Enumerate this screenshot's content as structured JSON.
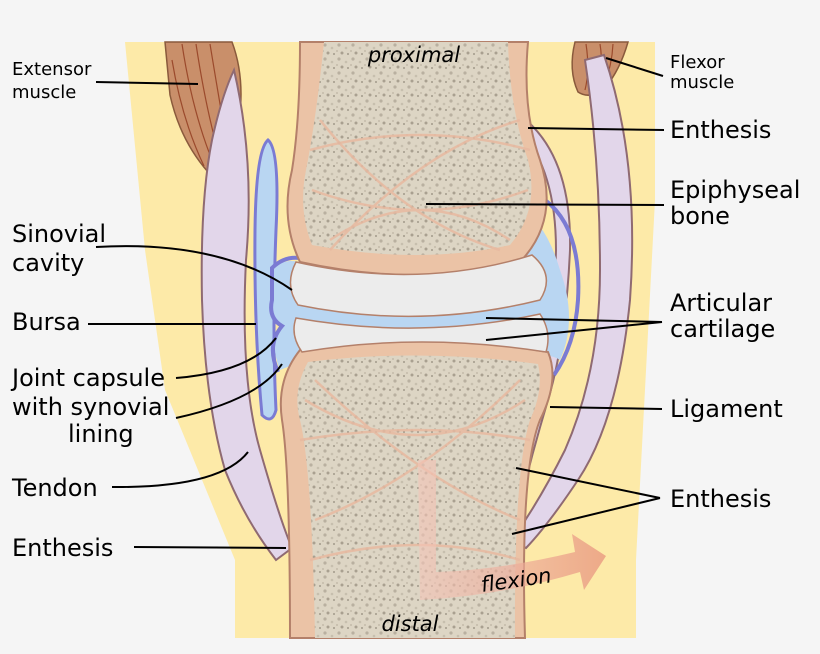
{
  "labels": {
    "proximal": "proximal",
    "distal": "distal",
    "flexion": "flexion",
    "extensor_muscle": [
      "Extensor",
      "muscle"
    ],
    "flexor_muscle": [
      "Flexor",
      "muscle"
    ],
    "enthesis_top": "Enthesis",
    "epiphyseal_bone": [
      "Epiphyseal",
      "bone"
    ],
    "synovial_cavity": [
      "Sinovial",
      "cavity"
    ],
    "bursa": "Bursa",
    "articular_cartilage": [
      "Articular",
      "cartilage"
    ],
    "joint_capsule": [
      "Joint capsule",
      "with synovial",
      "lining"
    ],
    "ligament": "Ligament",
    "tendon": "Tendon",
    "enthesis_right": "Enthesis",
    "enthesis_left": "Enthesis"
  },
  "colors": {
    "background": "#f5f5f5",
    "soft_tissue": "#fdeaa8",
    "bone": "#ebc3a6",
    "bone_edge": "#b4806a",
    "marrow": "#dcd3c2",
    "muscle": "#c98f6a",
    "muscle_lines": "#9b4a2c",
    "tendon": "#e2d6ea",
    "tendon_edge": "#8f6a72",
    "capsule": "#7b7bd3",
    "synovial_fluid": "#b9d6f2",
    "cartilage": "#ececec",
    "arrow": "#e89e8c"
  }
}
